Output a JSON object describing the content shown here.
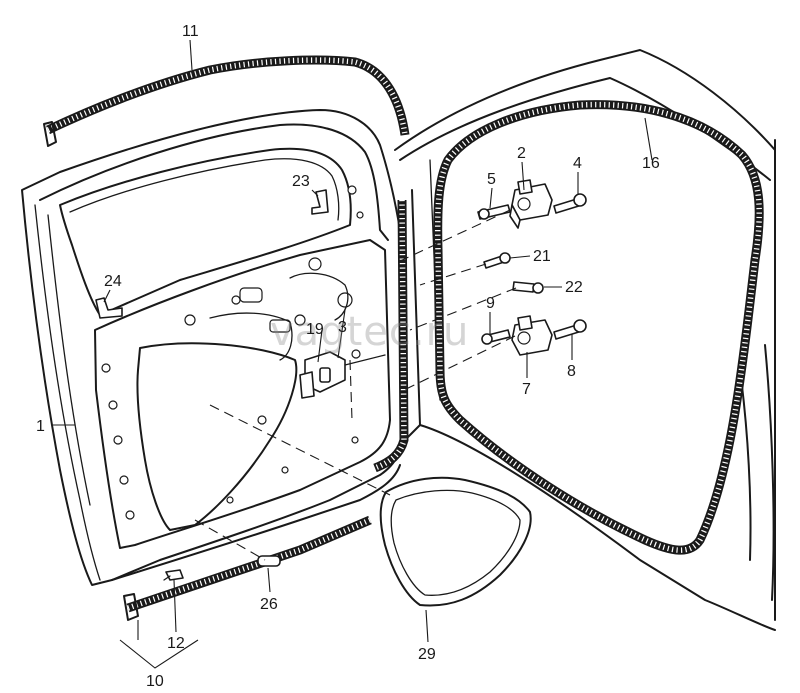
{
  "watermark": "vagtec.ru",
  "callouts": {
    "c1": "1",
    "c2": "2",
    "c3": "3",
    "c4": "4",
    "c5": "5",
    "c7": "7",
    "c8": "8",
    "c9": "9",
    "c10": "10",
    "c11": "11",
    "c12": "12",
    "c16": "16",
    "c19": "19",
    "c21": "21",
    "c22": "22",
    "c23": "23",
    "c24": "24",
    "c26": "26",
    "c29": "29"
  }
}
